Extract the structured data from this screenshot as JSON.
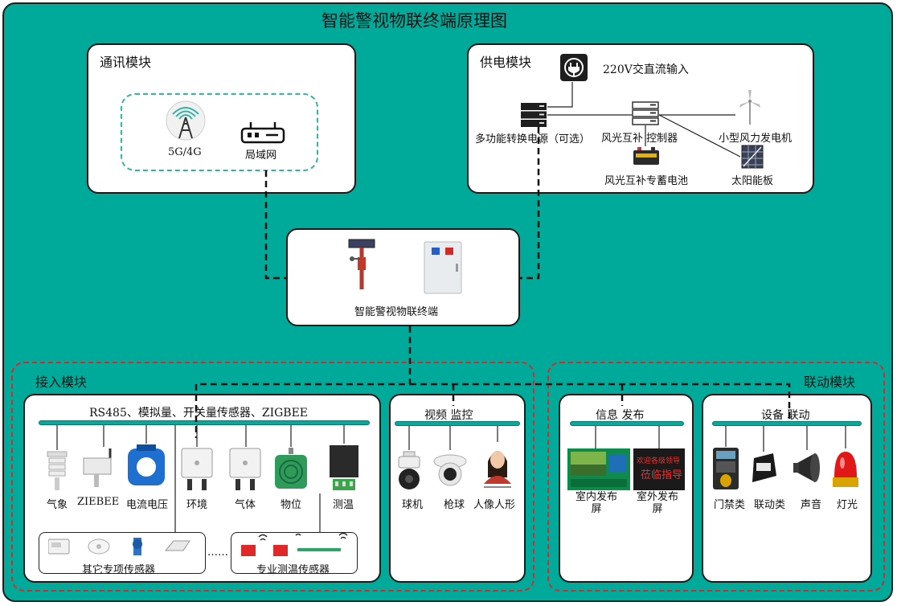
{
  "title": "智能警视物联终端原理图",
  "comm": {
    "title": "通讯模块",
    "items": [
      "5G/4G",
      "局域网"
    ]
  },
  "power": {
    "title": "供电模块",
    "input": "220V交直流输入",
    "converter": "多功能转换电源（可选）",
    "controller": "风光互补 控制器",
    "wind": "小型风力发电机",
    "battery": "风光互补专蓄电池",
    "solar": "太阳能板"
  },
  "terminal": {
    "label": "智能警视物联终端"
  },
  "access": {
    "title": "接入模块",
    "sensors_title": "RS485、模拟量、开关量传感器、ZIGBEE",
    "sensors": [
      "气象",
      "ZIEBEE",
      "电流电压",
      "环境",
      "气体",
      "物位",
      "测温"
    ],
    "other_label": "其它专项传感器",
    "dots": "……",
    "temp_label": "专业测温传感器",
    "video_title": "视频 监控",
    "video": [
      "球机",
      "枪球",
      "人像人形"
    ]
  },
  "linkage": {
    "title": "联动模块",
    "info_title": "信息 发布",
    "indoor": "室内发布\n屏",
    "outdoor": "室外发布\n屏",
    "led_text": [
      "欢迎各级领导",
      "莅临指导"
    ],
    "device_title": "设备 联动",
    "devices": [
      "门禁类",
      "联动类",
      "声音",
      "灯光"
    ]
  },
  "colors": {
    "background": "#00aa9a",
    "dashed_border": "#e0262b",
    "bus": "#0aa89a"
  }
}
